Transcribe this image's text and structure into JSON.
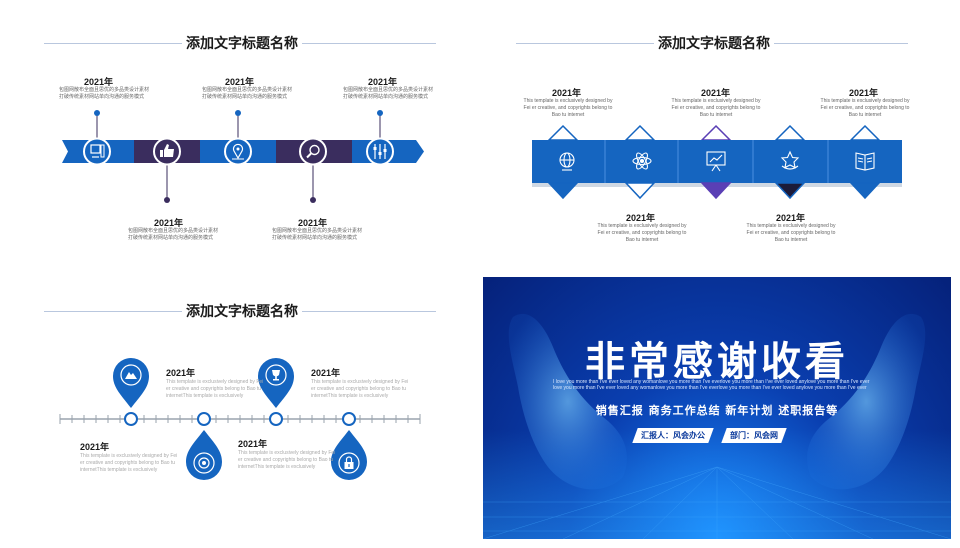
{
  "slides": {
    "s1": {
      "title": "添加文字标题名称",
      "items": [
        {
          "year": "2021年",
          "desc1": "包图网散布全面且思优的多品类设计素材",
          "desc2": "打破传统素材网站单向沟通的服务模式"
        },
        {
          "year": "2021年",
          "desc1": "包图网散布全面且思优的多品类设计素材",
          "desc2": "打破传统素材网站单向沟通的服务模式"
        },
        {
          "year": "2021年",
          "desc1": "包图网散布全面且思优的多品类设计素材",
          "desc2": "打破传统素材网站单向沟通的服务模式"
        },
        {
          "year": "2021年",
          "desc1": "包图网散布全面且思优的多品类设计素材",
          "desc2": "打破传统素材网站单向沟通的服务模式"
        },
        {
          "year": "2021年",
          "desc1": "包图网散布全面且思优的多品类设计素材",
          "desc2": "打破传统素材网站单向沟通的服务模式"
        }
      ],
      "icons": [
        "monitor-icon",
        "thumbs-up-icon",
        "map-pin-icon",
        "magnifier-icon",
        "sliders-icon"
      ]
    },
    "s2": {
      "title": "添加文字标题名称",
      "items": [
        {
          "year": "2021年",
          "d1": "This template is exclusively designed by",
          "d2": "Fei er creative, and copyrights belong to",
          "d3": "Bao tu internet"
        },
        {
          "year": "2021年",
          "d1": "This template is exclusively designed by",
          "d2": "Fei er creative, and copyrights belong to",
          "d3": "Bao tu internet"
        },
        {
          "year": "2021年",
          "d1": "This template is exclusively designed by",
          "d2": "Fei er creative, and copyrights belong to",
          "d3": "Bao tu internet"
        },
        {
          "year": "2021年",
          "d1": "This template is exclusively designed by",
          "d2": "Fei er creative, and copyrights belong to",
          "d3": "Bao tu internet"
        },
        {
          "year": "2021年",
          "d1": "This template is exclusively designed by",
          "d2": "Fei er creative, and copyrights belong to",
          "d3": "Bao tu internet"
        }
      ],
      "icons": [
        "globe-icon",
        "atom-icon",
        "presentation-board-icon",
        "star-badge-icon",
        "book-icon"
      ]
    },
    "s3": {
      "title": "添加文字标题名称",
      "items": [
        {
          "year": "2021年",
          "d1": "This template is exclusively designed by Fei",
          "d2": "er creative and copyrights belong to Bao tu",
          "d3": "internetThis template is exclusively"
        },
        {
          "year": "2021年",
          "d1": "This template is exclusively designed by Fei",
          "d2": "er creative and copyrights belong to Bao tu",
          "d3": "internetThis template is exclusively"
        },
        {
          "year": "2021年",
          "d1": "This template is exclusively designed by Fei",
          "d2": "er creative and copyrights belong to Bao tu",
          "d3": "internetThis template is exclusively"
        },
        {
          "year": "2021年",
          "d1": "This template is exclusively designed by Fei",
          "d2": "er creative and copyrights belong to Bao tu",
          "d3": "internetThis template is exclusively"
        }
      ],
      "icons": [
        "mountain-icon",
        "target-icon",
        "trophy-icon",
        "lock-icon"
      ]
    },
    "s4": {
      "title": "非常感谢收看",
      "english": "I love you more than I've ever loved any womanlove you more than I've everlove you more than I've ever loved anylove you more than I've ever",
      "english2": "love you more than I've ever loved any womanlove you more than I've everlove you more than I've ever loved anylove you more than I've ever",
      "subtitle": "销售汇报 商务工作总结 新年计划 述职报告等",
      "reporter": "汇报人：风会办公",
      "department": "部门：风会网"
    }
  },
  "colors": {
    "primary": "#1565c0",
    "dark": "#3a2d5e",
    "accent": "#1976d2"
  }
}
